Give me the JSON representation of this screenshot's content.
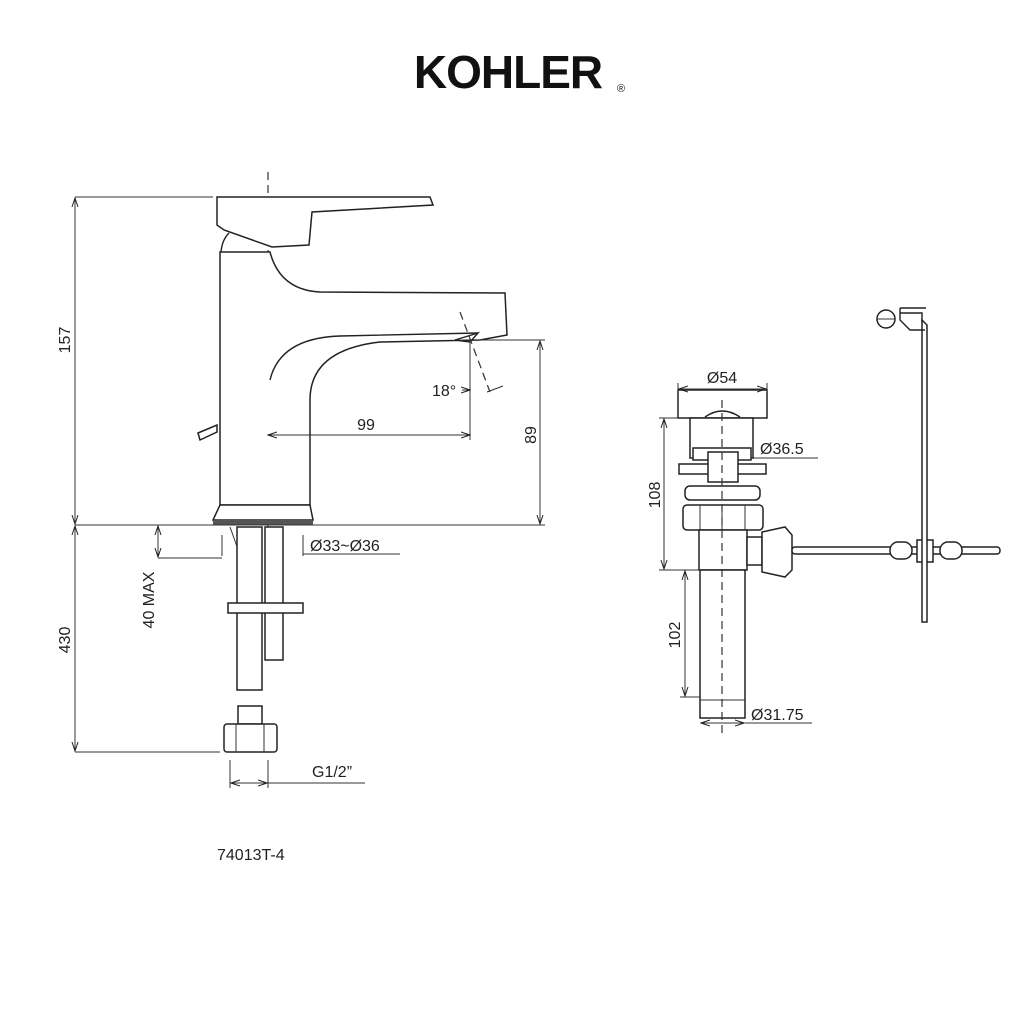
{
  "brand": {
    "name": "KOHLER",
    "registered": "®"
  },
  "faucet": {
    "dimensions": {
      "total_height": "157",
      "spout_reach": "99",
      "spout_height": "89",
      "spout_angle": "18°",
      "hole_diameter": "Ø33~Ø36",
      "deck_thickness": "40 MAX",
      "hose_length": "430",
      "connection": "G1/2”"
    },
    "model": "74013T-4"
  },
  "drain": {
    "dimensions": {
      "cap_diameter": "Ø54",
      "body_diameter": "Ø36.5",
      "body_height": "108",
      "tail_length": "102",
      "tail_diameter": "Ø31.75"
    }
  }
}
